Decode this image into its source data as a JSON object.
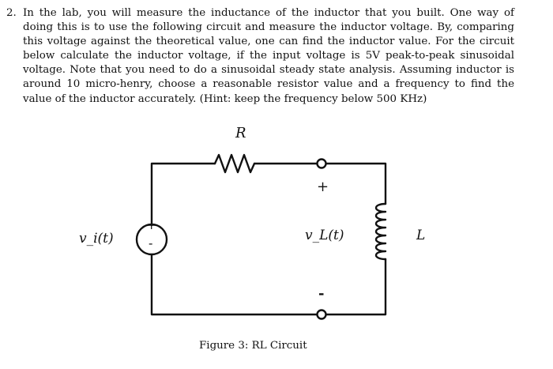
{
  "problem": {
    "number": "2.",
    "text": "In the lab, you will measure the inductance of the inductor that you built. One way of doing this is to use the following circuit and measure the inductor voltage. By, comparing this voltage against the theoretical value, one can find the inductor value. For the circuit below calculate the inductor voltage, if the input voltage is 5V peak-to-peak sinusoidal voltage. Note that you need to do a sinusoidal steady state analysis. Assuming inductor is around 10 micro-henry, choose a reasonable resistor value and a frequency to find the value of the inductor accurately. (Hint: keep the frequency below 500 KHz)"
  },
  "figure": {
    "caption": "Figure 3: RL Circuit",
    "resistor_label": "R",
    "source_label": "v_i(t)",
    "source_plus": "+",
    "source_minus": "-",
    "output_label": "v_L(t)",
    "output_plus": "+",
    "output_minus": "-",
    "inductor_label": "L"
  }
}
